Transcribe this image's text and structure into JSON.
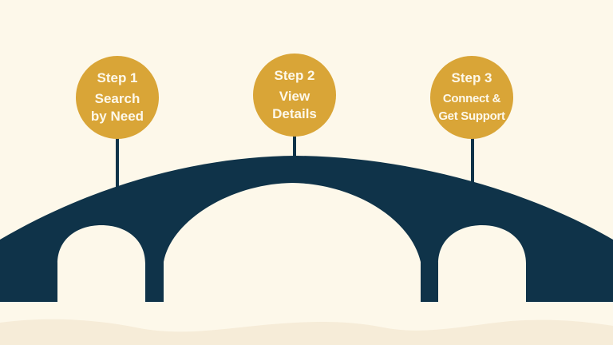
{
  "colors": {
    "background": "#fdf8ea",
    "bridge": "#0f3349",
    "step_circle": "#d9a537",
    "step_text": "#fdf8ea",
    "wave": "#f6ecd8"
  },
  "steps": [
    {
      "number": "Step 1",
      "line1": "Search",
      "line2": "by Need"
    },
    {
      "number": "Step 2",
      "line1": "View",
      "line2": "Details"
    },
    {
      "number": "Step 3",
      "line1": "Connect &",
      "line2": "Get Support"
    }
  ]
}
